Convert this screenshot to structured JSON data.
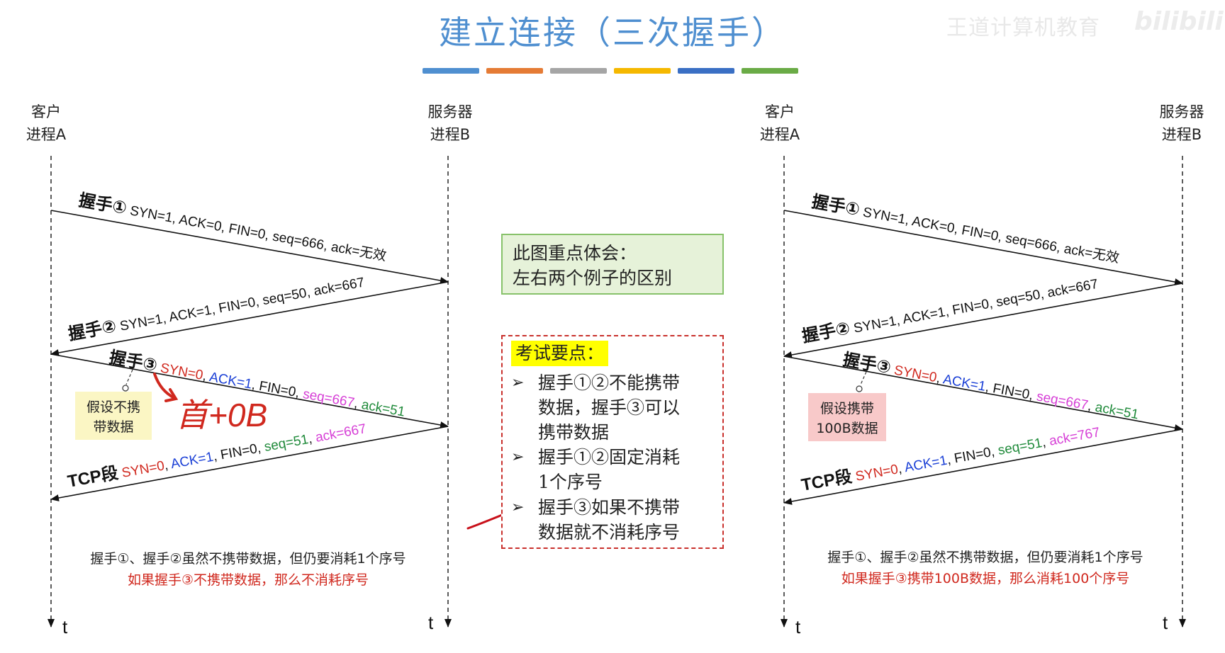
{
  "title": "建立连接（三次握手）",
  "watermark": "王道计算机教育",
  "watermark_brand": "bilibili",
  "colorbar": [
    "#4f8fd0",
    "#e57b35",
    "#a5a5a5",
    "#f5b800",
    "#3a6fc4",
    "#6aab46"
  ],
  "colors": {
    "red": "#d0281e",
    "blue": "#1a3fd6",
    "magenta": "#d63fd6",
    "green": "#1f8a3a",
    "black": "#111111"
  },
  "left": {
    "client": {
      "line1": "客户",
      "line2": "进程A"
    },
    "server": {
      "line1": "服务器",
      "line2": "进程B"
    },
    "t_label": "t",
    "hs1": {
      "prefix": "握手①",
      "fields": " SYN=1, ACK=0, FIN=0, seq=666, ack=无效"
    },
    "hs2": {
      "prefix": "握手②",
      "fields": " SYN=1, ACK=1, FIN=0, seq=50, ack=667"
    },
    "hs3": {
      "prefix": "握手③",
      "syn": " SYN=0",
      "ack": " ACK=1",
      "fin": " FIN=0",
      "seq": " seq=667",
      "ackv": " ack=51"
    },
    "tcp": {
      "prefix": "TCP段",
      "syn": " SYN=0",
      "ack": " ACK=1",
      "fin": " FIN=0",
      "seq": " seq=51",
      "ackv": " ack=667"
    },
    "assume": {
      "line1": "假设不携",
      "line2": "带数据",
      "bg": "#fbf6c4"
    },
    "handwritten": "首+0B",
    "footer1": "握手①、握手②虽然不携带数据，但仍要消耗1个序号",
    "footer2": "如果握手③不携带数据，那么不消耗序号"
  },
  "right": {
    "client": {
      "line1": "客户",
      "line2": "进程A"
    },
    "server": {
      "line1": "服务器",
      "line2": "进程B"
    },
    "t_label": "t",
    "hs1": {
      "prefix": "握手①",
      "fields": " SYN=1, ACK=0, FIN=0, seq=666, ack=无效"
    },
    "hs2": {
      "prefix": "握手②",
      "fields": " SYN=1, ACK=1, FIN=0, seq=50, ack=667"
    },
    "hs3": {
      "prefix": "握手③",
      "syn": " SYN=0",
      "ack": " ACK=1",
      "fin": " FIN=0",
      "seq": " seq=667",
      "ackv": " ack=51"
    },
    "tcp": {
      "prefix": "TCP段",
      "syn": " SYN=0",
      "ack": " ACK=1",
      "fin": " FIN=0",
      "seq": " seq=51",
      "ackv": " ack=767"
    },
    "assume": {
      "line1": "假设携带",
      "line2": "100B数据",
      "bg": "#f8c9c9"
    },
    "footer1": "握手①、握手②虽然不携带数据，但仍要消耗1个序号",
    "footer2": "如果握手③携带100B数据，那么消耗100个序号"
  },
  "note": {
    "line1": "此图重点体会：",
    "line2": "左右两个例子的区别"
  },
  "exam": {
    "title": "考试要点：",
    "items": [
      {
        "mark": "➢",
        "line1": "握手①②不能携带",
        "line2": "数据，握手③可以",
        "line3": "携带数据"
      },
      {
        "mark": "➢",
        "line1": "握手①②固定消耗",
        "line2": "1个序号"
      },
      {
        "mark": "➢",
        "line1": "握手③如果不携带",
        "line2": "数据就不消耗序号"
      }
    ]
  }
}
